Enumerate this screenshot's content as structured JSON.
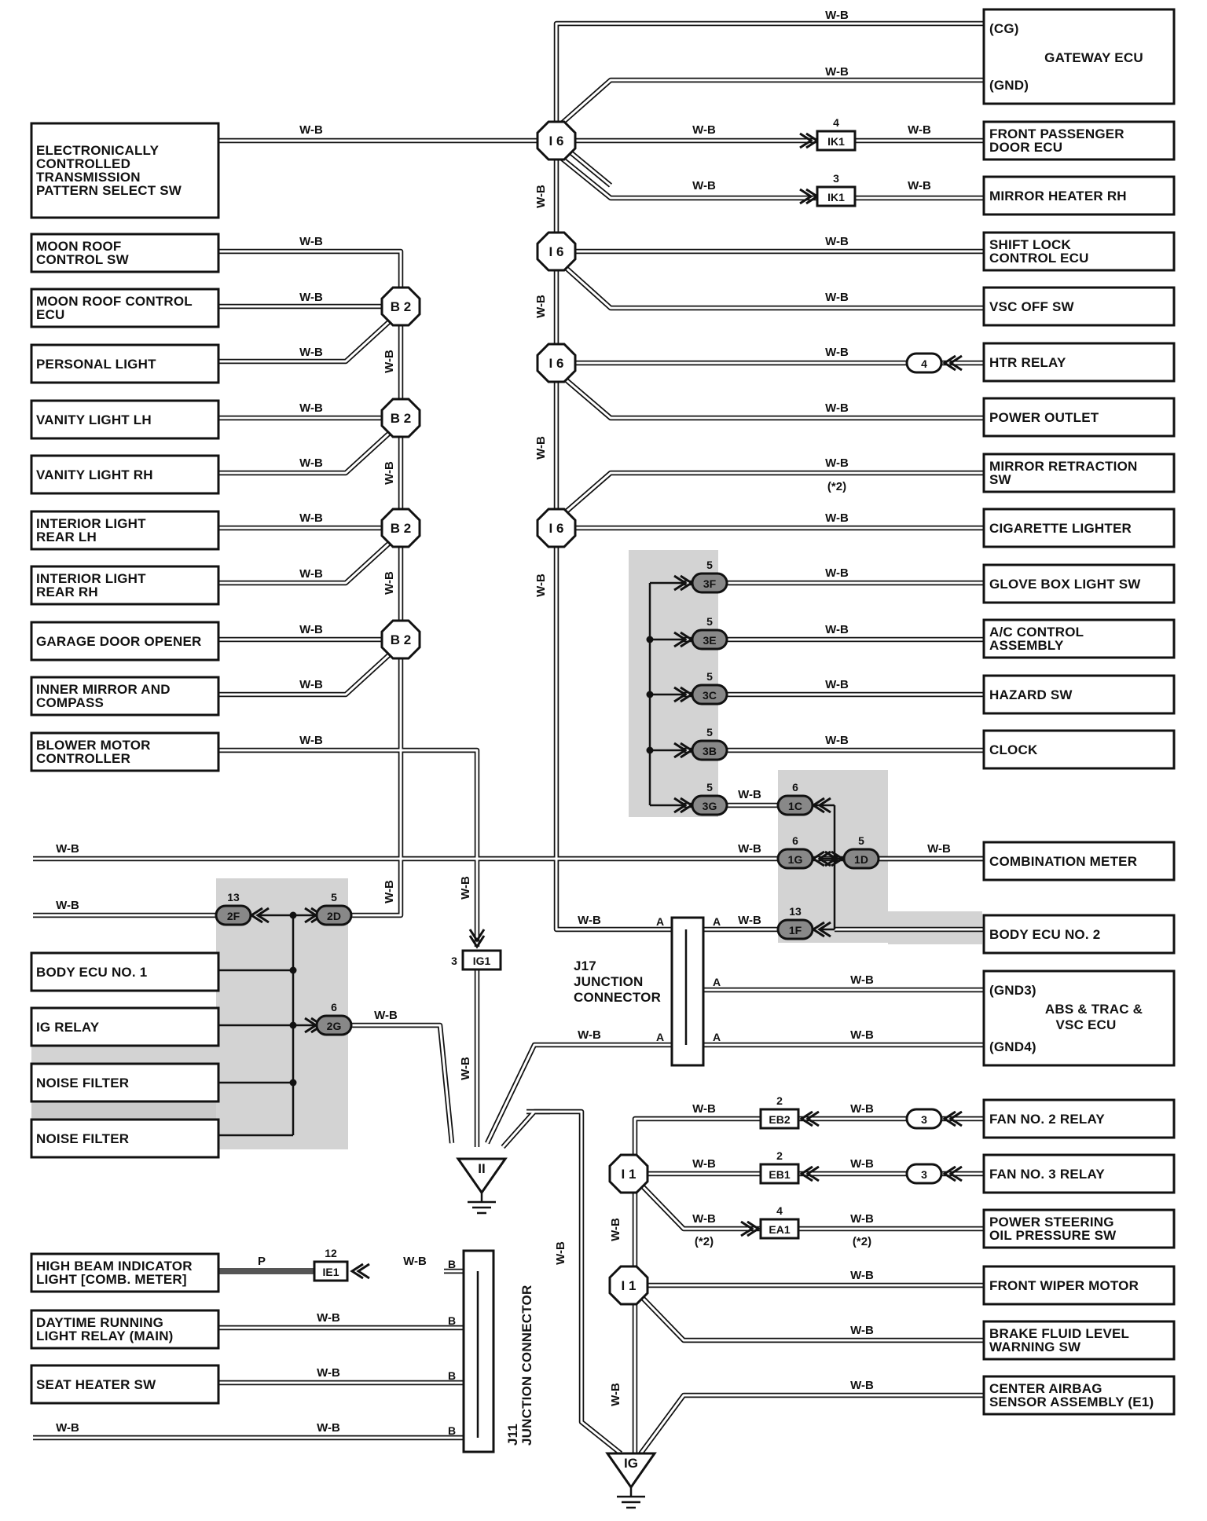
{
  "wire_color": "W-B",
  "wire_color_p": "P",
  "note": "(*2)",
  "ground_left": "II",
  "ground_right": "IG",
  "right_boxes": [
    {
      "top": "(CG)",
      "title": "GATEWAY ECU",
      "bottom": "(GND)"
    },
    {
      "lines": [
        "FRONT PASSENGER",
        "DOOR ECU"
      ]
    },
    {
      "lines": [
        "MIRROR HEATER RH"
      ]
    },
    {
      "lines": [
        "SHIFT LOCK",
        "CONTROL ECU"
      ]
    },
    {
      "lines": [
        "VSC OFF SW"
      ]
    },
    {
      "lines": [
        "HTR RELAY"
      ]
    },
    {
      "lines": [
        "POWER OUTLET"
      ]
    },
    {
      "lines": [
        "MIRROR RETRACTION",
        "SW"
      ]
    },
    {
      "lines": [
        "CIGARETTE LIGHTER"
      ]
    },
    {
      "lines": [
        "GLOVE BOX LIGHT SW"
      ]
    },
    {
      "lines": [
        "A/C CONTROL",
        "ASSEMBLY"
      ]
    },
    {
      "lines": [
        "HAZARD SW"
      ]
    },
    {
      "lines": [
        "CLOCK"
      ]
    },
    {
      "lines": [
        "COMBINATION METER"
      ]
    },
    {
      "lines": [
        "BODY ECU NO. 2"
      ]
    },
    {
      "top": "(GND3)",
      "title1": "ABS & TRAC &",
      "title2": "VSC ECU",
      "bottom": "(GND4)"
    },
    {
      "lines": [
        "FAN NO. 2 RELAY"
      ]
    },
    {
      "lines": [
        "FAN NO. 3 RELAY"
      ]
    },
    {
      "lines": [
        "POWER STEERING",
        "OIL PRESSURE SW"
      ]
    },
    {
      "lines": [
        "FRONT WIPER MOTOR"
      ]
    },
    {
      "lines": [
        "BRAKE FLUID LEVEL",
        "WARNING SW"
      ]
    },
    {
      "lines": [
        "CENTER AIRBAG",
        "SENSOR ASSEMBLY (E1)"
      ]
    }
  ],
  "left_boxes": [
    {
      "lines": [
        "ELECTRONICALLY",
        "CONTROLLED",
        "TRANSMISSION",
        "PATTERN SELECT SW"
      ]
    },
    {
      "lines": [
        "MOON ROOF",
        "CONTROL SW"
      ]
    },
    {
      "lines": [
        "MOON ROOF CONTROL",
        "ECU"
      ]
    },
    {
      "lines": [
        "PERSONAL LIGHT"
      ]
    },
    {
      "lines": [
        "VANITY LIGHT LH"
      ]
    },
    {
      "lines": [
        "VANITY LIGHT RH"
      ]
    },
    {
      "lines": [
        "INTERIOR LIGHT",
        "REAR LH"
      ]
    },
    {
      "lines": [
        "INTERIOR LIGHT",
        "REAR RH"
      ]
    },
    {
      "lines": [
        "GARAGE DOOR OPENER"
      ]
    },
    {
      "lines": [
        "INNER MIRROR AND",
        "COMPASS"
      ]
    },
    {
      "lines": [
        "BLOWER MOTOR",
        "CONTROLLER"
      ]
    },
    {
      "lines": [
        "BODY ECU NO. 1"
      ]
    },
    {
      "lines": [
        "IG RELAY"
      ]
    },
    {
      "lines": [
        "NOISE FILTER"
      ]
    },
    {
      "lines": [
        "NOISE FILTER"
      ]
    },
    {
      "lines": [
        "HIGH BEAM INDICATOR",
        "LIGHT [COMB. METER]"
      ]
    },
    {
      "lines": [
        "DAYTIME RUNNING",
        "LIGHT RELAY (MAIN)"
      ]
    },
    {
      "lines": [
        "SEAT HEATER SW"
      ]
    }
  ],
  "splice_i6": "I 6",
  "splice_b2": "B 2",
  "splice_i1": "I 1",
  "connectors": {
    "ik1": "IK1",
    "ik1_pin_a": "4",
    "ik1_pin_b": "3",
    "ig1": "IG1",
    "ig1_pin": "3",
    "ie1": "IE1",
    "ie1_pin": "12",
    "eb2": "EB2",
    "eb1": "EB1",
    "eb_pin": "2",
    "ea1": "EA1",
    "ea1_pin": "4",
    "htr_pin": "4",
    "fan_pin": "3",
    "c3f": "3F",
    "c3e": "3E",
    "c3c": "3C",
    "c3b": "3B",
    "c3g": "3G",
    "c3_pin": "5",
    "c1c": "1C",
    "c1g": "1G",
    "c1_pin": "6",
    "c1d": "1D",
    "c1d_pin": "5",
    "c1f": "1F",
    "c1f_pin": "13",
    "c2f": "2F",
    "c2f_pin": "13",
    "c2d": "2D",
    "c2d_pin": "5",
    "c2g": "2G",
    "c2g_pin": "6"
  },
  "j17": {
    "name": "J17",
    "l1": "JUNCTION",
    "l2": "CONNECTOR",
    "pin": "A"
  },
  "j11": {
    "name": "J11",
    "label": "JUNCTION CONNECTOR",
    "pin": "B"
  }
}
